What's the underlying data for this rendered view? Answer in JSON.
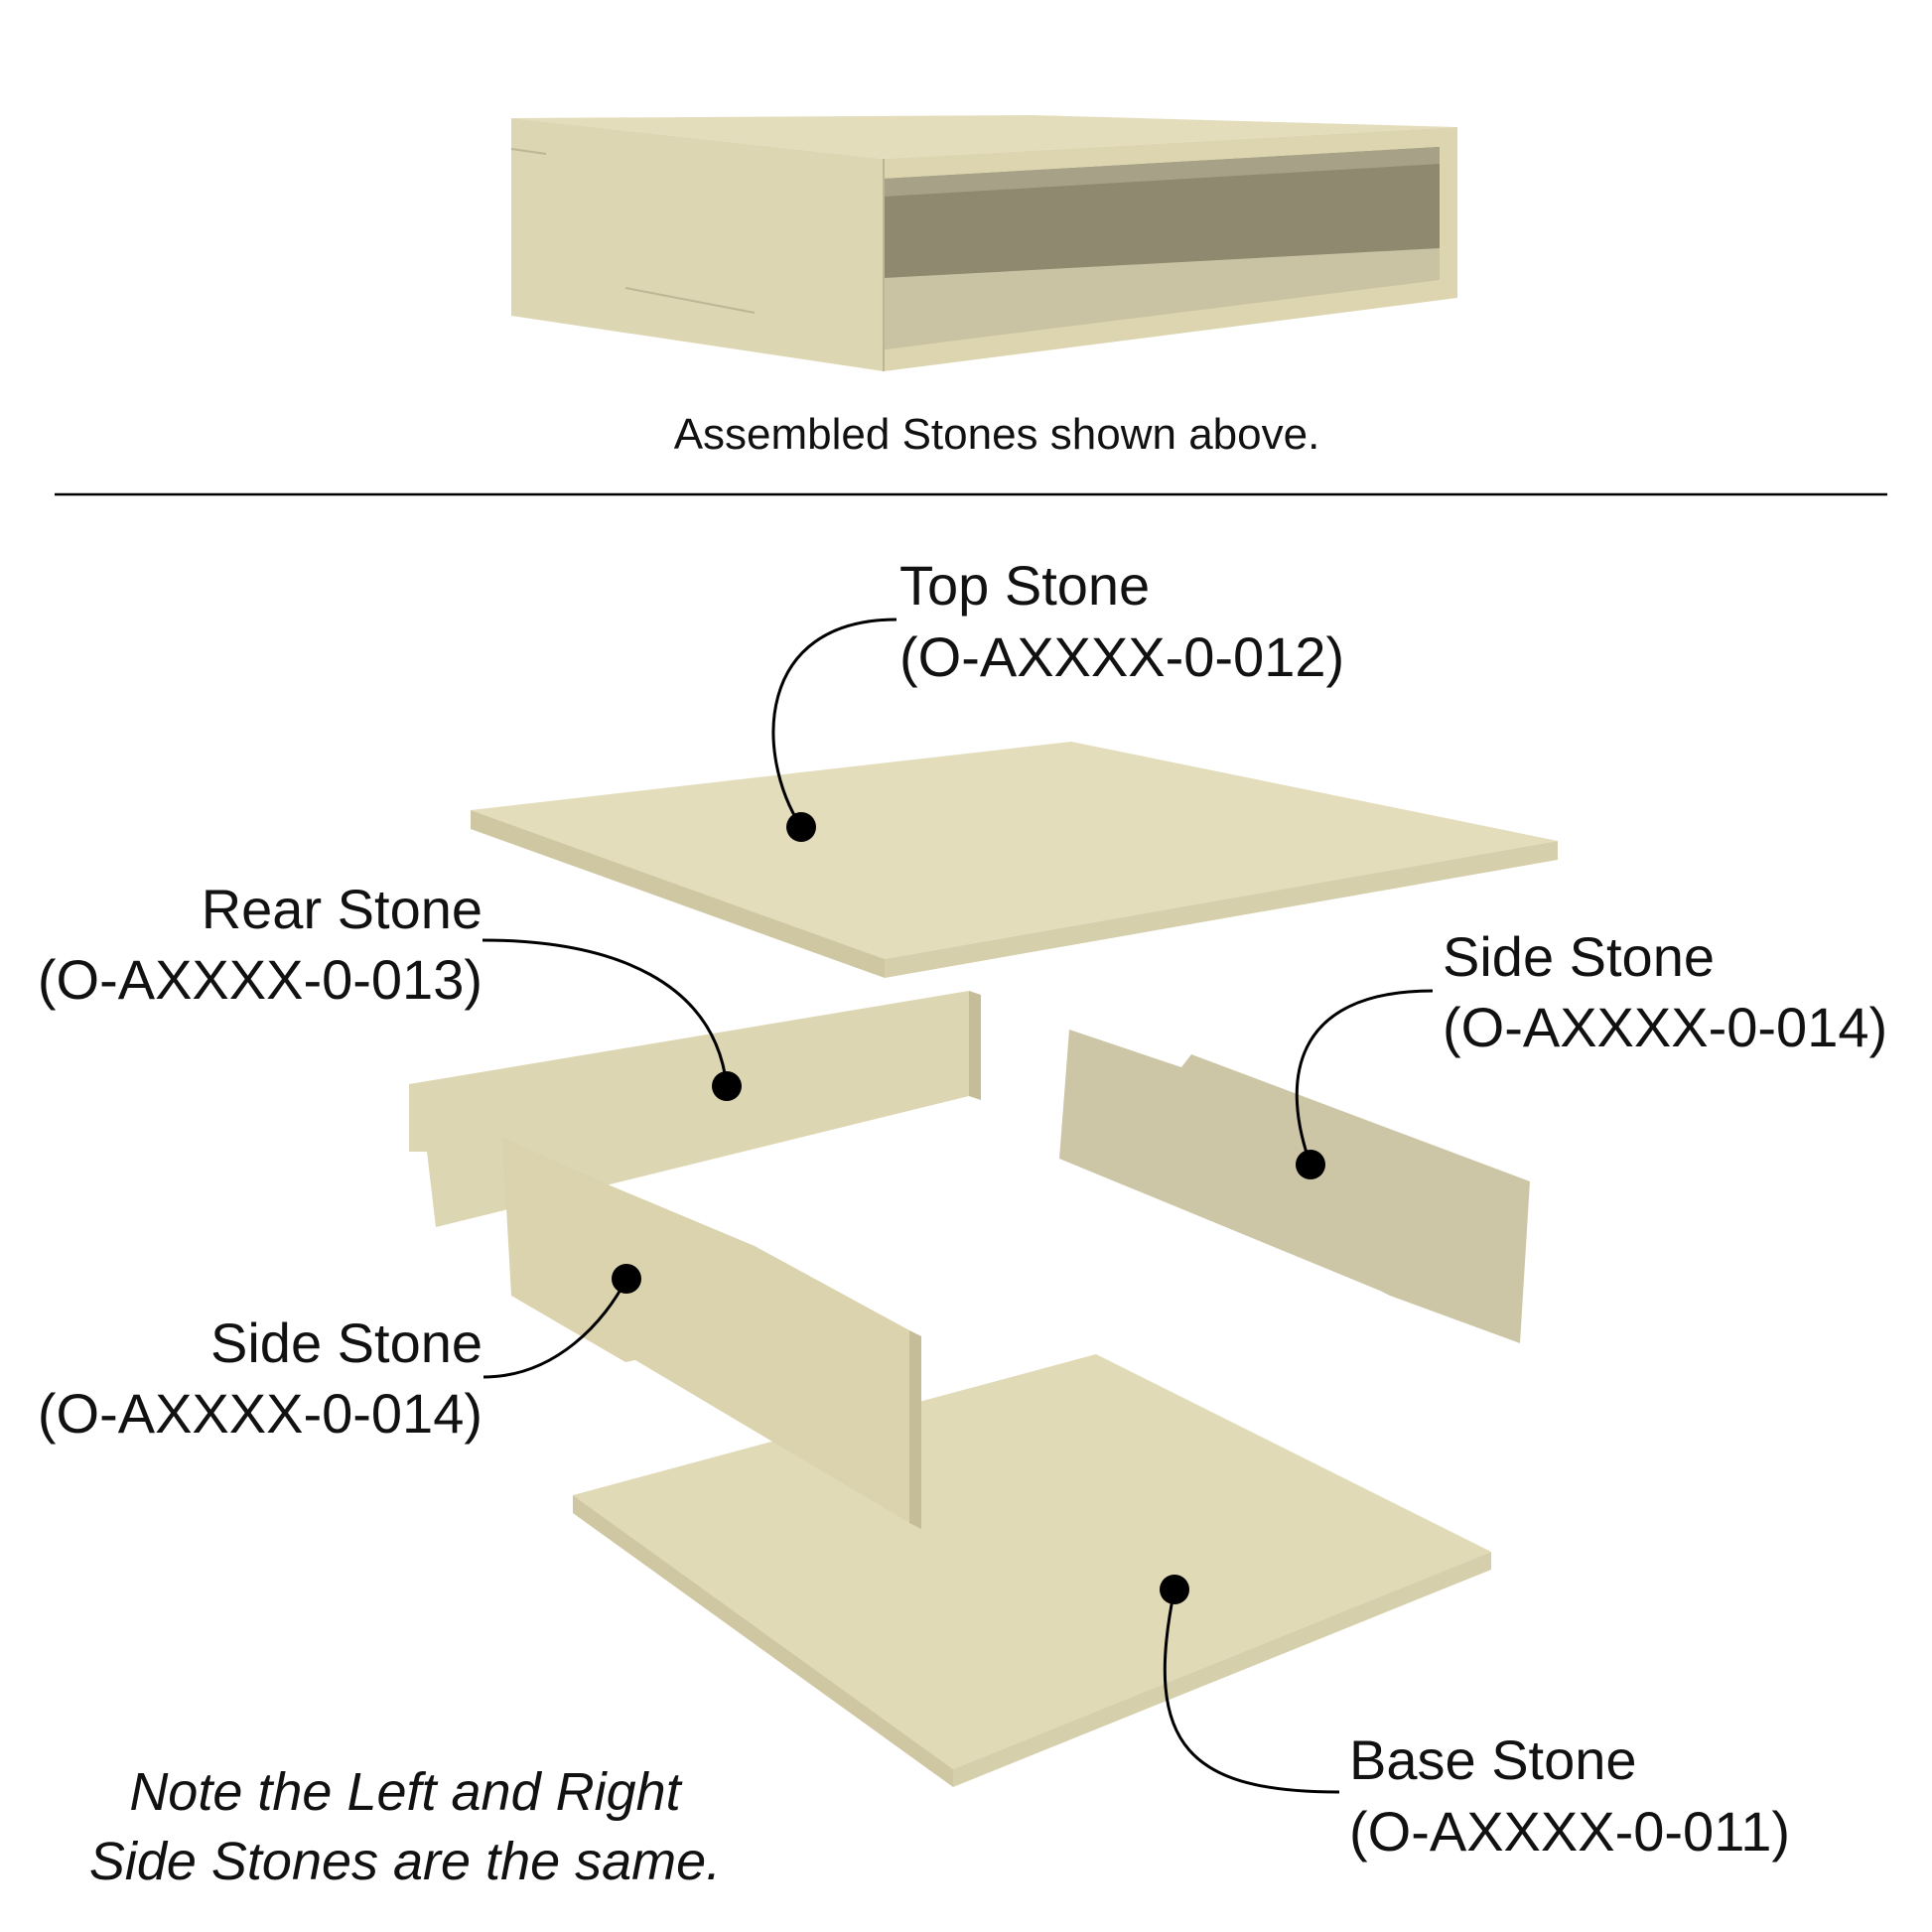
{
  "caption": "Assembled Stones shown above.",
  "parts": {
    "top": {
      "name": "Top Stone",
      "code": "(O-AXXXX-0-012)"
    },
    "rear": {
      "name": "Rear Stone",
      "code": "(O-AXXXX-0-013)"
    },
    "side_right": {
      "name": "Side Stone",
      "code": "(O-AXXXX-0-014)"
    },
    "side_left": {
      "name": "Side Stone",
      "code": "(O-AXXXX-0-014)"
    },
    "base": {
      "name": "Base Stone",
      "code": "(O-AXXXX-0-011)"
    }
  },
  "note": {
    "line1": "Note the Left and Right",
    "line2": "Side Stones are the same."
  },
  "colors": {
    "stone_face": "#e3dcb9",
    "stone_edge": "#cfc7a1",
    "stone_shade": "#c9c2a0",
    "inner": "#8e896f"
  }
}
